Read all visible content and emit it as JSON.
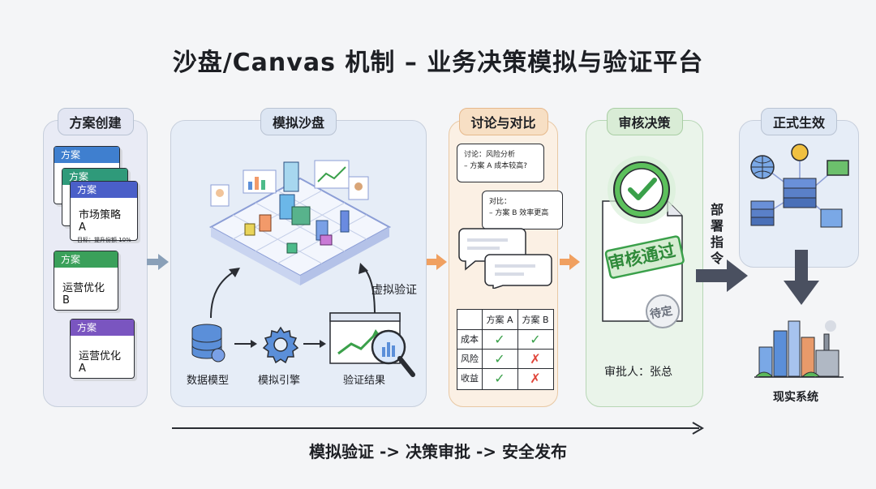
{
  "title": "沙盘/Canvas 机制 – 业务决策模拟与验证平台",
  "stage1": {
    "tab": "方案创建",
    "cards": [
      {
        "header": "方案",
        "color": "#3f7fcf"
      },
      {
        "header": "方案",
        "color": "#2f9a7a"
      },
      {
        "header": "方案",
        "color": "#4a5fc8",
        "name": "市场策略 A",
        "sub": "目标：提升份额 10%"
      },
      {
        "header": "方案",
        "color": "#3aa05a",
        "name": "运营优化 B"
      },
      {
        "header": "方案",
        "color": "#7a55c0",
        "name": "运营优化 A"
      }
    ]
  },
  "stage2": {
    "tab": "模拟沙盘",
    "virtual_label": "虚拟验证",
    "items": [
      "数据模型",
      "模拟引擎",
      "验证结果"
    ]
  },
  "stage3": {
    "tab": "讨论与对比",
    "note1": [
      "讨论：风险分析",
      "– 方案 A 成本较高?"
    ],
    "note2": [
      "对比：",
      "– 方案 B 效率更高"
    ],
    "table": {
      "headers": [
        "方案 A",
        "方案 B"
      ],
      "rows": [
        {
          "label": "成本",
          "a": "✓",
          "b": "✓"
        },
        {
          "label": "风险",
          "a": "✓",
          "b": "✗"
        },
        {
          "label": "收益",
          "a": "✓",
          "b": "✗"
        }
      ]
    }
  },
  "stage4": {
    "tab": "审核决策",
    "stamp": "审核通过",
    "pending": "待定",
    "approver": "审批人：张总"
  },
  "deploy_label": "部署指令",
  "stage5": {
    "tab": "正式生效",
    "real_system": "现实系统"
  },
  "flow_label": "模拟验证 -> 决策审批 -> 安全发布",
  "colors": {
    "check": "#3aa04a",
    "cross": "#e0453a",
    "arrow": "#4a5060"
  }
}
